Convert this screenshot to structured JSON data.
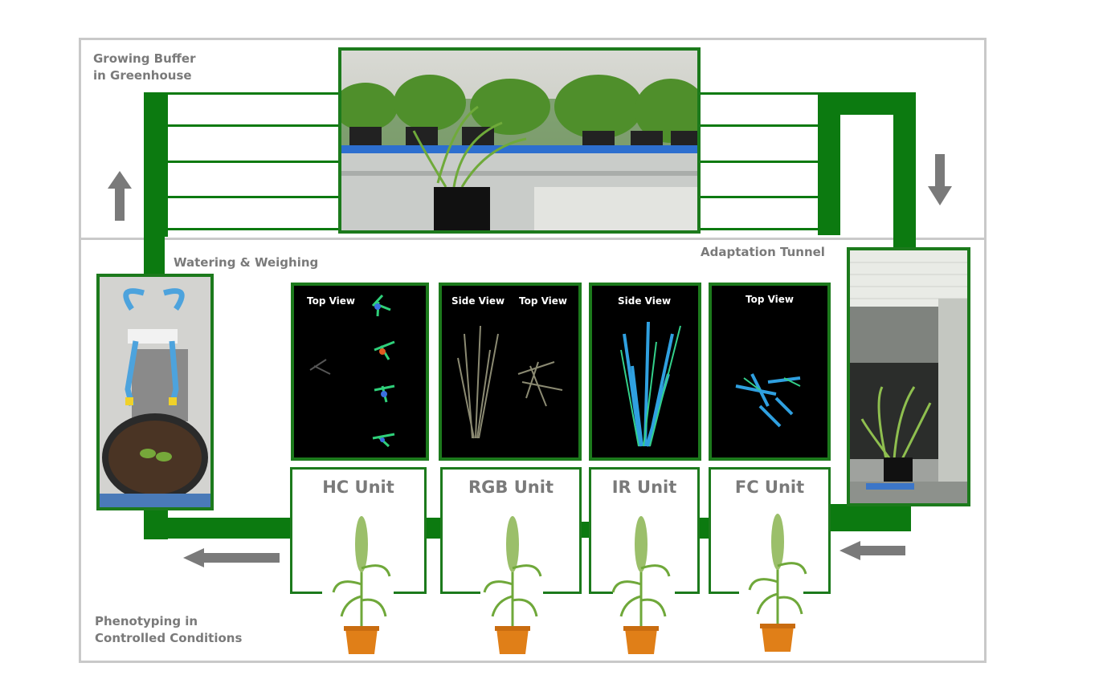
{
  "regions": {
    "greenhouse_label_line1": "Growing Buffer",
    "greenhouse_label_line2": "in Greenhouse",
    "watering_label": "Watering & Weighing",
    "adaptation_label": "Adaptation Tunnel",
    "phenotyping_label_line1": "Phenotyping in",
    "phenotyping_label_line2": "Controlled Conditions"
  },
  "panels": [
    {
      "id": "hc",
      "labels": [
        "Top View"
      ]
    },
    {
      "id": "rgb",
      "labels": [
        "Side View",
        "Top View"
      ]
    },
    {
      "id": "ir",
      "labels": [
        "Side View"
      ]
    },
    {
      "id": "fc",
      "labels": [
        "Top View"
      ]
    }
  ],
  "units": [
    {
      "id": "hc",
      "title": "HC Unit"
    },
    {
      "id": "rgb",
      "title": "RGB Unit"
    },
    {
      "id": "ir",
      "title": "IR Unit"
    },
    {
      "id": "fc",
      "title": "FC Unit"
    }
  ],
  "colors": {
    "track_green": "#0c7a10",
    "frame_green": "#1c7a1c",
    "arrow_gray": "#7a7a7a",
    "outline_gray": "#c9c9c9",
    "pot_orange": "#e07f18"
  },
  "arrows": [
    "up-arrow-icon",
    "down-arrow-icon",
    "left-arrow-icon"
  ]
}
